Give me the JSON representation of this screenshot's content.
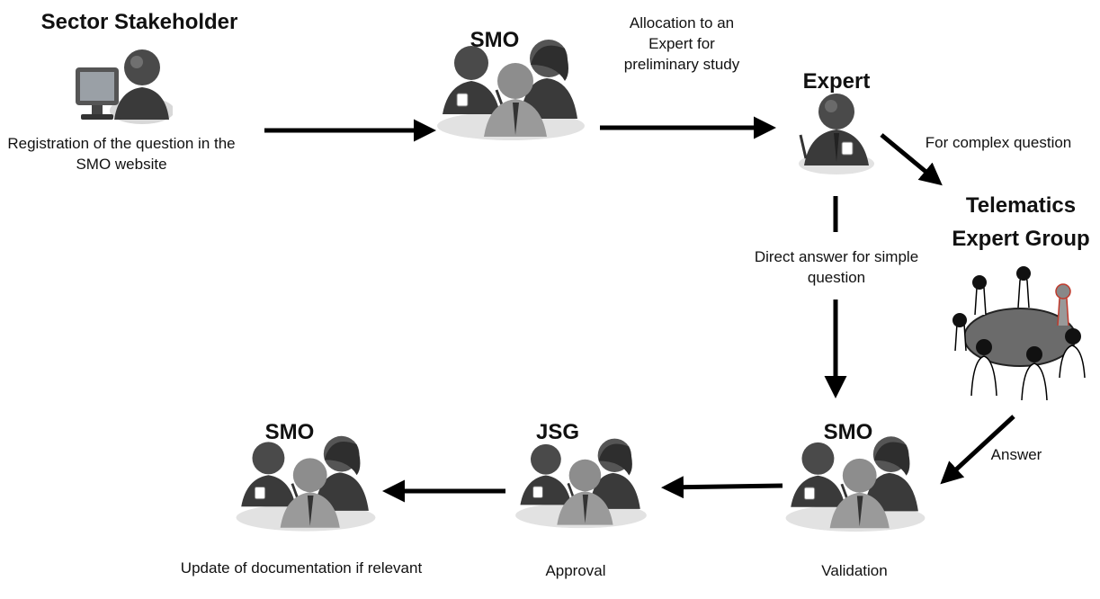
{
  "nodes": {
    "sector_stakeholder": {
      "title": "Sector Stakeholder",
      "caption": "Registration of the question in the SMO website",
      "icon": "computer-user-icon"
    },
    "smo_top": {
      "title": "SMO",
      "icon": "people-group-icon"
    },
    "expert": {
      "title": "Expert",
      "icon": "person-icon"
    },
    "teg": {
      "title": "Telematics Expert Group",
      "icon": "meeting-table-icon"
    },
    "smo_validation": {
      "title": "SMO",
      "caption": "Validation",
      "icon": "people-group-icon"
    },
    "jsg": {
      "title": "JSG",
      "caption": "Approval",
      "icon": "people-group-icon"
    },
    "smo_update": {
      "title": "SMO",
      "caption": "Update of documentation if relevant",
      "icon": "people-group-icon"
    }
  },
  "edges": {
    "allocation": "Allocation to an Expert for preliminary study",
    "complex": "For complex question",
    "direct": "Direct answer for simple question",
    "answer": "Answer"
  },
  "colors": {
    "arrow": "#000000",
    "person_dark": "#3a3a3a",
    "person_light": "#9a9a9a",
    "table": "#6b6b6b",
    "accent_red": "#c0392b"
  }
}
